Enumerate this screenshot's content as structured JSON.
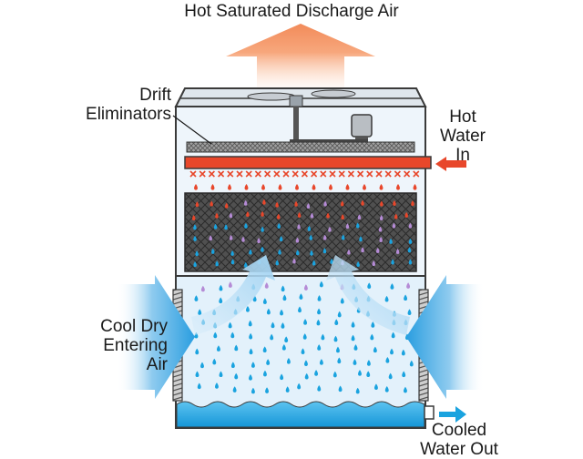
{
  "labels": {
    "discharge_air": "Hot Saturated Discharge Air",
    "drift_eliminators": [
      "Drift",
      "Eliminators"
    ],
    "hot_water_in": [
      "Hot",
      "Water",
      "In"
    ],
    "cool_dry_air": [
      "Cool Dry",
      "Entering",
      "Air"
    ],
    "cooled_water_out": [
      "Cooled",
      "Water Out"
    ]
  },
  "colors": {
    "hot_water": "#e8472b",
    "cool_water": "#1aa3df",
    "warm_air": "#f6a178",
    "cool_air": "#41a8e0",
    "outline": "#3a3a3a",
    "fill_media": "#4a4a4a"
  }
}
